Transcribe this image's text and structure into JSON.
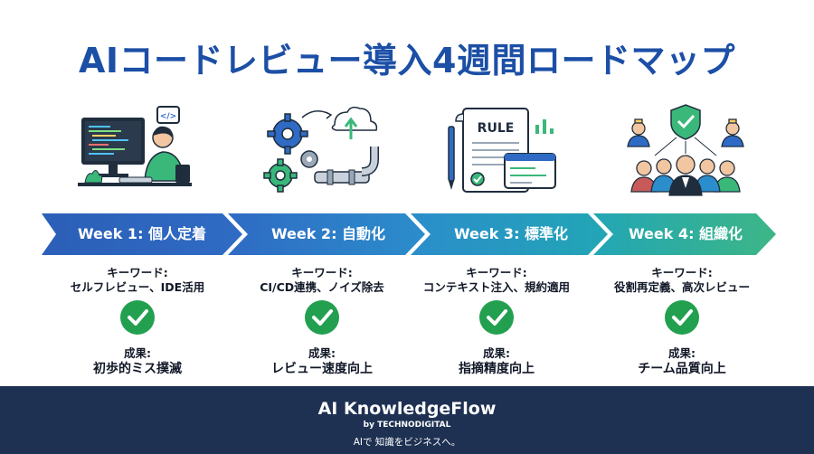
{
  "title": "AIコードレビュー導入4週間ロードマップ",
  "colors": {
    "title": "#1c4fa6",
    "week1": "#2f6bc4",
    "week2": "#2b8dcb",
    "week3": "#22a6b5",
    "week4": "#3db686",
    "check": "#22a050",
    "footer": "#1e3152"
  },
  "steps": [
    {
      "week": "Week 1: 個人定着",
      "illustration": "developer-at-computer-icon",
      "keyword_heading": "キーワード:",
      "keywords": "セルフレビュー、IDE活用",
      "result_heading": "成果:",
      "result": "初歩的ミス撲滅"
    },
    {
      "week": "Week 2: 自動化",
      "illustration": "automation-gears-icon",
      "keyword_heading": "キーワード:",
      "keywords": "CI/CD連携、ノイズ除去",
      "result_heading": "成果:",
      "result": "レビュー速度向上"
    },
    {
      "week": "Week 3: 標準化",
      "illustration": "rule-document-icon",
      "keyword_heading": "キーワード:",
      "keywords": "コンテキスト注入、規約適用",
      "result_heading": "成果:",
      "result": "指摘精度向上"
    },
    {
      "week": "Week 4: 組織化",
      "illustration": "team-organization-icon",
      "keyword_heading": "キーワード:",
      "keywords": "役割再定義、高次レビュー",
      "result_heading": "成果:",
      "result": "チーム品質向上"
    }
  ],
  "illustration_text": {
    "code_tag": "</>",
    "rule_label": "RULE"
  },
  "footer": {
    "brand": "AI KnowledgeFlow",
    "byline": "by TECHNODIGITAL",
    "tagline": "AIで 知識をビジネスへ。"
  }
}
